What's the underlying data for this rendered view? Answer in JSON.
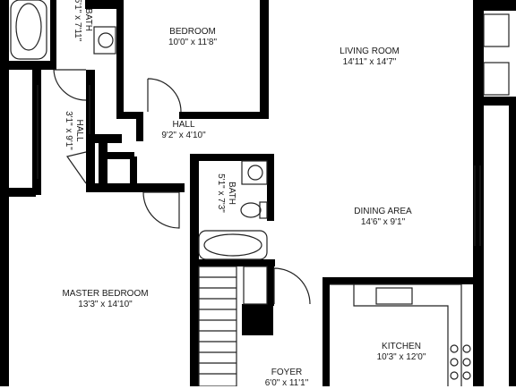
{
  "colors": {
    "wall": "#000000",
    "fixture": "#222222",
    "background": "#ffffff"
  },
  "rooms": {
    "bath_top": {
      "name": "BATH",
      "dims": "5'1\" x 7'11\""
    },
    "bedroom": {
      "name": "BEDROOM",
      "dims": "10'0\" x 11'8\""
    },
    "living_room": {
      "name": "LIVING ROOM",
      "dims": "14'11\" x 14'7\""
    },
    "hall_top": {
      "name": "HALL",
      "dims": "9'2\" x 4'10\""
    },
    "hall_left": {
      "name": "HALL",
      "dims": "3'1\" x 9'1\""
    },
    "bath_mid": {
      "name": "BATH",
      "dims": "5'1\" x 7'3\""
    },
    "dining_area": {
      "name": "DINING AREA",
      "dims": "14'6\" x 9'1\""
    },
    "master_bedroom": {
      "name": "MASTER BEDROOM",
      "dims": "13'3\" x 14'10\""
    },
    "kitchen": {
      "name": "KITCHEN",
      "dims": "10'3\" x 12'0\""
    },
    "foyer": {
      "name": "FOYER",
      "dims": "6'0\" x 11'1\""
    }
  }
}
